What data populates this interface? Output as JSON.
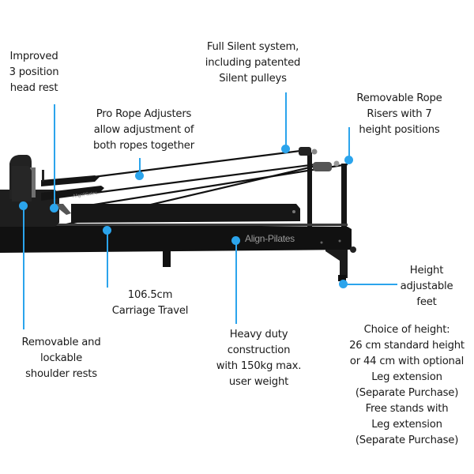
{
  "colors": {
    "accent": "#2ba4ec",
    "frame": "#141414",
    "text": "#1a1a1a",
    "brand_text": "#9a9a9a"
  },
  "brand": {
    "frame_logo": "Align-Pilates",
    "handle_logo": "AlignPilates"
  },
  "callouts": [
    {
      "id": "head-rest",
      "text": "Improved\n3 position\nhead rest"
    },
    {
      "id": "silent-system",
      "text": "Full Silent system,\nincluding patented\nSilent pulleys"
    },
    {
      "id": "rope-adjusters",
      "text": "Pro Rope Adjusters\nallow adjustment of\nboth ropes together"
    },
    {
      "id": "rope-risers",
      "text": "Removable Rope\nRisers with 7\nheight positions"
    },
    {
      "id": "carriage-travel",
      "text": "106.5cm\nCarriage Travel"
    },
    {
      "id": "height-feet",
      "text": "Height\nadjustable\nfeet"
    },
    {
      "id": "shoulder-rests",
      "text": "Removable and\nlockable\nshoulder rests"
    },
    {
      "id": "heavy-duty",
      "text": "Heavy duty\nconstruction\nwith 150kg max.\nuser weight"
    },
    {
      "id": "height-choice",
      "text": "Choice of height:\n26 cm standard height\nor 44 cm with optional\nLeg extension\n(Separate Purchase)\nFree stands with\nLeg extension\n(Separate Purchase)"
    }
  ]
}
